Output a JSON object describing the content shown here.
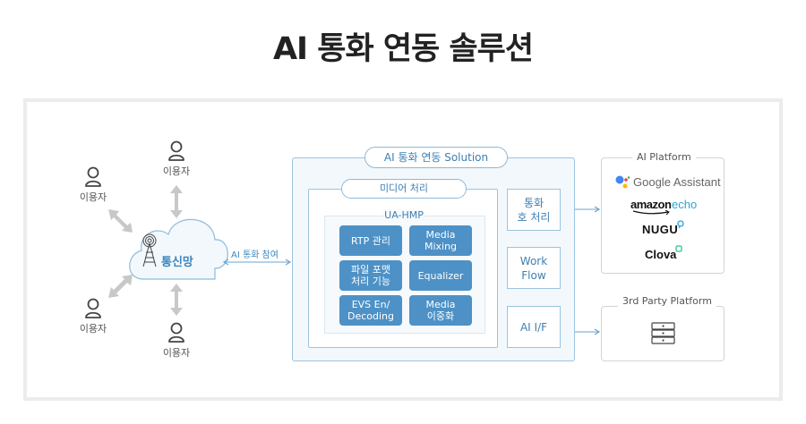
{
  "title": "AI 통화 연동 솔루션",
  "users": [
    {
      "label": "이용자"
    },
    {
      "label": "이용자"
    },
    {
      "label": "이용자"
    },
    {
      "label": "이용자"
    }
  ],
  "network": {
    "label": "통신망",
    "connection_label": "AI 통화 참여"
  },
  "solution": {
    "label": "AI 통화 연동 Solution",
    "media": {
      "label": "미디어 처리",
      "uahmp_label": "UA-HMP",
      "blocks": [
        "RTP 관리",
        "Media\nMixing",
        "파일 포맷\n처리 기능",
        "Equalizer",
        "EVS En/\nDecoding",
        "Media\n이중화"
      ]
    },
    "side_boxes": [
      "통화\n호 처리",
      "Work\nFlow",
      "AI I/F"
    ]
  },
  "ai_platform": {
    "label": "AI Platform",
    "logos": [
      "Google Assistant",
      "amazon",
      "echo",
      "NUGU",
      "Clova"
    ]
  },
  "third_party": {
    "label": "3rd Party Platform",
    "icon": "server-icon"
  },
  "colors": {
    "accent": "#4d91c6",
    "accent_text": "#3d7fb3",
    "solution_bg": "#f2f8fc",
    "arrow_gray": "#c8c8c8",
    "title": "#222222"
  }
}
